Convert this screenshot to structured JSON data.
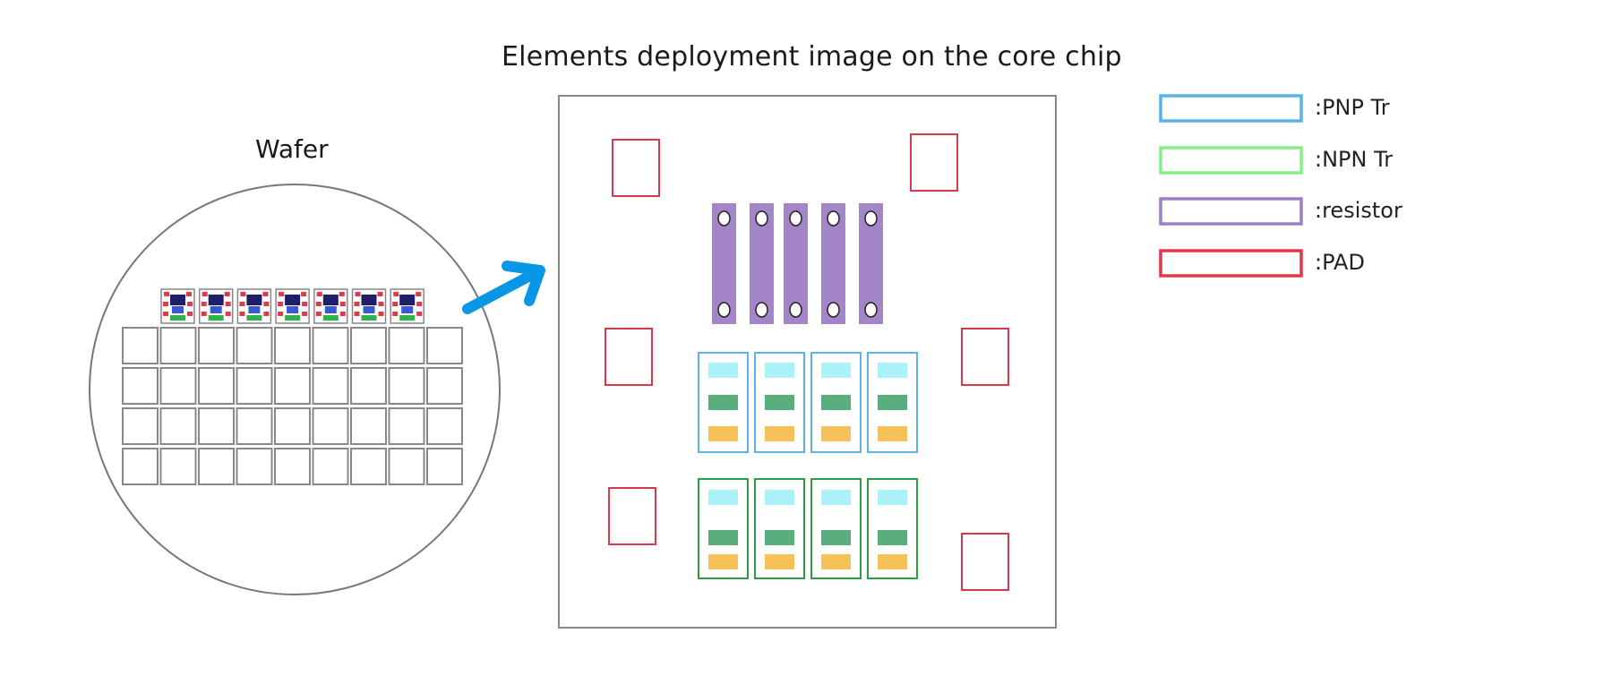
{
  "title": "Elements deployment image on the core chip",
  "wafer_label": "Wafer",
  "legend": [
    {
      "label": ":PNP Tr",
      "color": "#5ab4e6"
    },
    {
      "label": ":NPN Tr",
      "color": "#86f086"
    },
    {
      "label": ":resistor",
      "color": "#9b7fc4"
    },
    {
      "label": ":PAD",
      "color": "#e03a4a"
    }
  ],
  "colors": {
    "arrow": "#0a96e6",
    "resistor_fill": "#a385c8",
    "pnp_border": "#5ab4e6",
    "npn_border": "#2a9e40",
    "emitter": "#aaf2f7",
    "base": "#5aae7e",
    "collector": "#f7c15a",
    "pad": "#d63a4a",
    "grid": "#888888"
  }
}
